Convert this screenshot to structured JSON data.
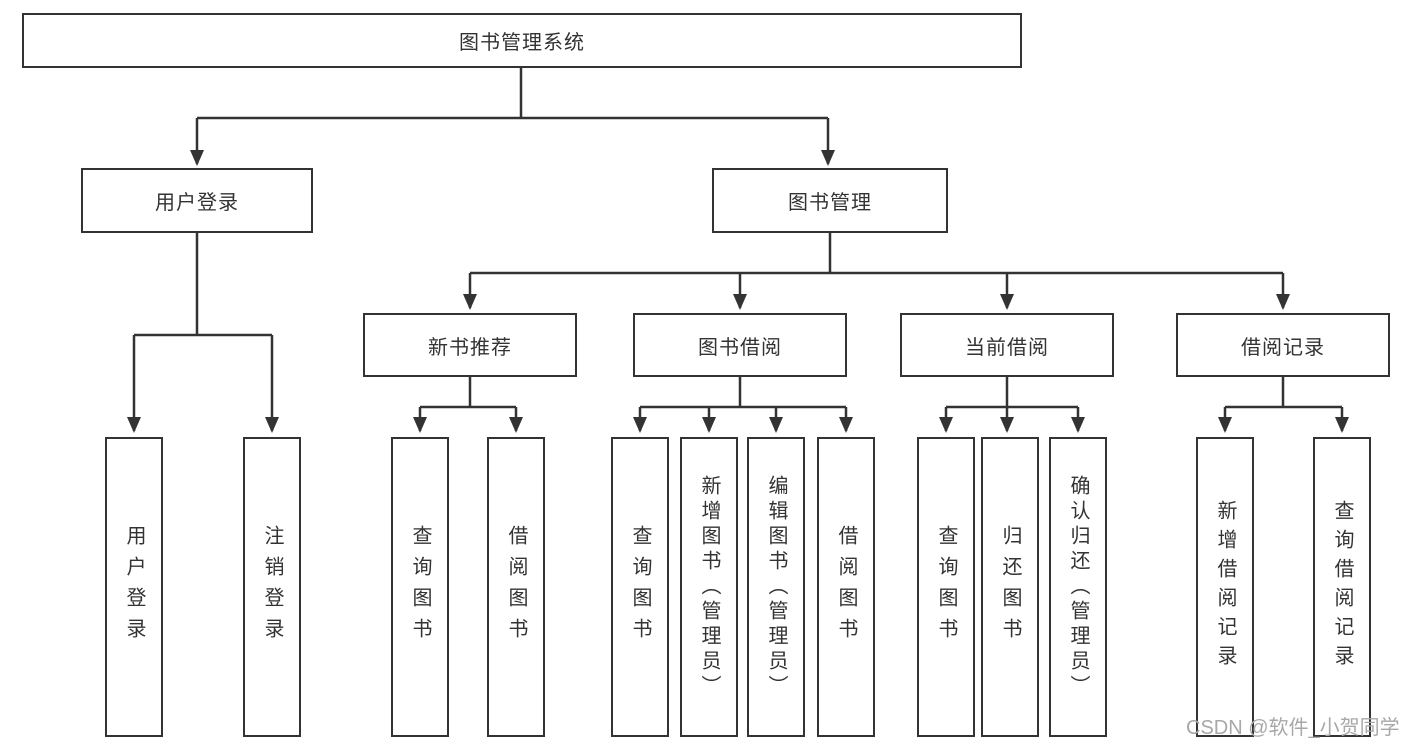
{
  "tree": {
    "root": {
      "label": "图书管理系统"
    },
    "level1": [
      {
        "label": "用户登录"
      },
      {
        "label": "图书管理"
      }
    ],
    "level2": [
      {
        "label": "新书推荐",
        "parent": "图书管理"
      },
      {
        "label": "图书借阅",
        "parent": "图书管理"
      },
      {
        "label": "当前借阅",
        "parent": "图书管理"
      },
      {
        "label": "借阅记录",
        "parent": "图书管理"
      }
    ],
    "leaves": [
      {
        "label": "用户登录",
        "parent": "用户登录"
      },
      {
        "label": "注销登录",
        "parent": "用户登录"
      },
      {
        "label": "查询图书",
        "parent": "新书推荐"
      },
      {
        "label": "借阅图书",
        "parent": "新书推荐"
      },
      {
        "label": "查询图书",
        "parent": "图书借阅"
      },
      {
        "label": "新增图书（管理员）",
        "parent": "图书借阅"
      },
      {
        "label": "编辑图书（管理员）",
        "parent": "图书借阅"
      },
      {
        "label": "借阅图书",
        "parent": "图书借阅"
      },
      {
        "label": "查询图书",
        "parent": "当前借阅"
      },
      {
        "label": "归还图书",
        "parent": "当前借阅"
      },
      {
        "label": "确认归还（管理员）",
        "parent": "当前借阅"
      },
      {
        "label": "新增借阅记录",
        "parent": "借阅记录"
      },
      {
        "label": "查询借阅记录",
        "parent": "借阅记录"
      }
    ]
  },
  "watermark": {
    "text": "CSDN @软件_小贺同学"
  },
  "colors": {
    "line": "#333333",
    "border": "#333333",
    "text": "#333333",
    "watermark": "#a8a8a8",
    "background": "#ffffff"
  }
}
